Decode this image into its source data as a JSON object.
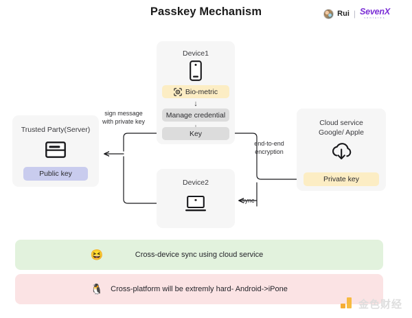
{
  "header": {
    "title": "Passkey Mechanism",
    "brand_name": "Rui",
    "brand_separator": "|",
    "logo_word": "SevenX",
    "logo_sub": "ventures"
  },
  "device1": {
    "title": "Device1",
    "icon": "phone-icon",
    "steps": [
      {
        "label": "Bio-metric",
        "style": "cream",
        "icon": "biometric-face-icon"
      },
      {
        "label": "Manage credential",
        "style": "grey",
        "icon": ""
      },
      {
        "label": "Key",
        "style": "grey",
        "icon": ""
      }
    ],
    "arrow_glyph": "↓"
  },
  "device2": {
    "title": "Device2",
    "icon": "laptop-icon"
  },
  "trusted_party": {
    "title": "Trusted Party(Server)",
    "icon": "browser-window-icon",
    "key_label": "Public key",
    "key_style": "lav"
  },
  "cloud_service": {
    "title_line1": "Cloud service",
    "title_line2": "Google/ Apple",
    "icon": "cloud-download-icon",
    "key_label": "Private key",
    "key_style": "cream"
  },
  "wires": {
    "sign_message_line1": "sign message",
    "sign_message_line2": "with private key",
    "encryption_line1": "end-to-end",
    "encryption_line2": "encryption",
    "sync_label": "sync"
  },
  "banners": [
    {
      "text": "Cross-device sync using cloud service",
      "emoji": "😆",
      "emoji_name": "laughing-face-emoji",
      "color": "#e2f2dd"
    },
    {
      "text": "Cross-platform will be extremly hard- Android->iPone",
      "emoji": "🐧",
      "emoji_name": "crying-face-emoji",
      "color": "#fbe3e4"
    }
  ],
  "watermark": {
    "text": "金色财经"
  },
  "colors": {
    "cream": "#fcedc4",
    "grey_pill": "#dcdcdc",
    "lavender": "#c9ccee",
    "panel": "#f6f6f6",
    "banner_green": "#e2f2dd",
    "banner_pink": "#fbe3e4",
    "brand_purple": "#7b2fd6",
    "watermark_orange": "#f5a623"
  }
}
